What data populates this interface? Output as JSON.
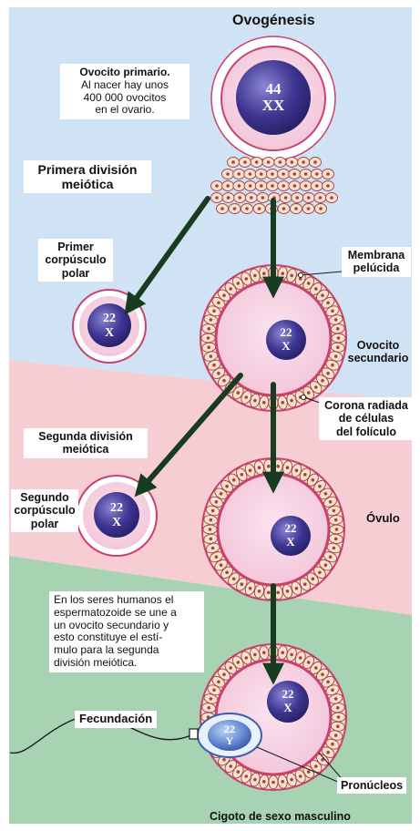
{
  "title": "Ovogénesis",
  "labels": {
    "primary_oocyte_line1": "Ovocito primario.",
    "primary_oocyte_line2": "Al nacer hay unos",
    "primary_oocyte_line3": "400 000 ovocitos",
    "primary_oocyte_line4": "en el ovario.",
    "first_division_line1": "Primera división",
    "first_division_line2": "meiótica",
    "first_polar_line1": "Primer",
    "first_polar_line2": "corpúsculo",
    "first_polar_line3": "polar",
    "membrane_line1": "Membrana",
    "membrane_line2": "pelúcida",
    "secondary_oocyte_line1": "Ovocito",
    "secondary_oocyte_line2": "secundario",
    "corona_line1": "Corona radiada",
    "corona_line2": "de células",
    "corona_line3": "del folículo",
    "second_division_line1": "Segunda división",
    "second_division_line2": "meiótica",
    "second_polar_line1": "Segundo",
    "second_polar_line2": "corpúsculo",
    "second_polar_line3": "polar",
    "ovum": "Óvulo",
    "note_line1": "En los seres humanos el",
    "note_line2": "espermatozoide se une a",
    "note_line3": "un ovocito secundario y",
    "note_line4": "esto constituye el estí-",
    "note_line5": "mulo para la segunda",
    "note_line6": "división meiótica.",
    "fertilization": "Fecundación",
    "pronuclei": "Pronúcleos",
    "zygote": "Cigoto de sexo masculino"
  },
  "chromosomes": {
    "primary_top": "44",
    "primary_bottom": "XX",
    "first_polar_top": "22",
    "first_polar_bottom": "X",
    "secondary_top": "22",
    "secondary_bottom": "X",
    "second_polar_top": "22",
    "second_polar_bottom": "X",
    "ovum_top": "22",
    "ovum_bottom": "X",
    "female_pronucleus_top": "22",
    "female_pronucleus_bottom": "X",
    "male_pronucleus_top": "22",
    "male_pronucleus_bottom": "Y"
  },
  "colors": {
    "bg_blue": "#cfe3f4",
    "bg_pink": "#f6cdd3",
    "bg_green": "#a7d3b2",
    "cytoplasm": "#f5cfe0",
    "nucleus": "#3d3590",
    "zona": "#c9416e",
    "follicle_cell": "#f7e2c3",
    "arrow": "#173c1f",
    "male_pronucleus": "#4f79c6"
  }
}
